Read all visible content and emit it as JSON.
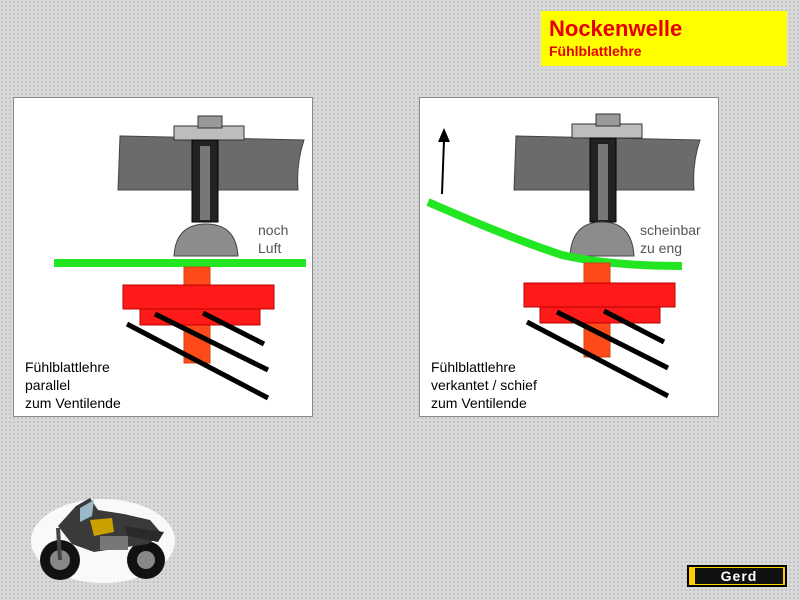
{
  "header": {
    "title": "Nockenwelle",
    "subtitle": "Fühlblattlehre"
  },
  "panels": [
    {
      "id": "parallel",
      "note": "noch\nLuft",
      "caption": "Fühlblattlehre\nparallel\nzum Ventilende"
    },
    {
      "id": "tilted",
      "note": "scheinbar\nzu eng",
      "caption": "Fühlblattlehre\nverkantet / schief\nzum Ventilende"
    }
  ],
  "logo": {
    "text": "Gerd"
  },
  "colors": {
    "title_bg": "#ffff00",
    "title_text": "#e60000",
    "feeler_gauge": "#22e622",
    "valve_red": "#ff1a1a",
    "stem_orange": "#ff4a1a",
    "rocker_gray": "#6b6b6b"
  },
  "icons": [
    "motorcycle-icon",
    "arrow-up-icon"
  ]
}
